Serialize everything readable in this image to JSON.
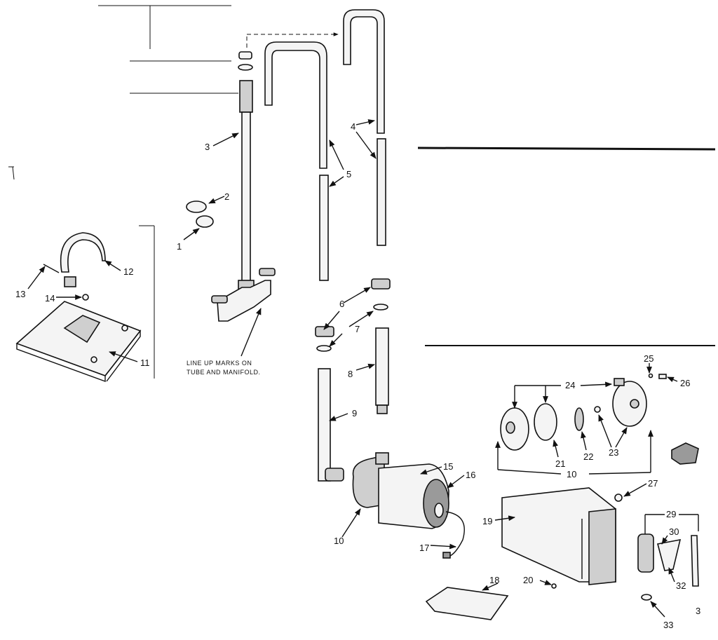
{
  "note": {
    "line1": "LINE UP MARKS ON",
    "line2": "TUBE AND MANIFOLD."
  },
  "labels": {
    "p1": "1",
    "p2": "2",
    "p3": "3",
    "p4": "4",
    "p5": "5",
    "p6": "6",
    "p7": "7",
    "p8": "8",
    "p9": "9",
    "p10a": "10",
    "p10b": "10",
    "p11": "11",
    "p12": "12",
    "p13": "13",
    "p14": "14",
    "p15": "15",
    "p16": "16",
    "p17": "17",
    "p18": "18",
    "p19": "19",
    "p20": "20",
    "p21": "21",
    "p22": "22",
    "p23": "23",
    "p24": "24",
    "p25": "25",
    "p26": "26",
    "p27": "27",
    "p29": "29",
    "p30": "30",
    "p32": "32",
    "p33": "33",
    "p3b": "3"
  }
}
